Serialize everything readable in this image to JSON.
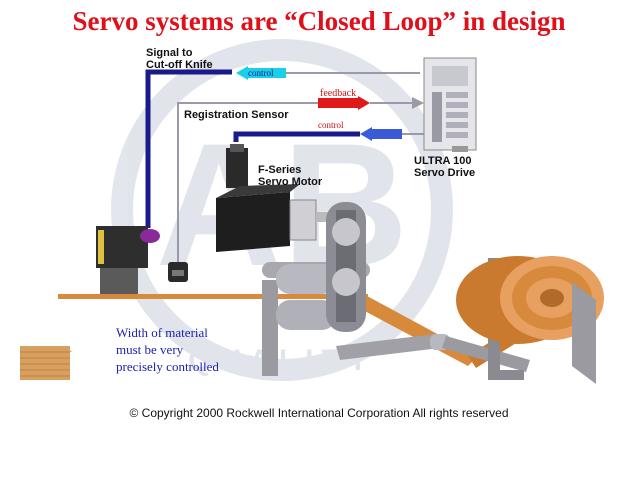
{
  "title": "Servo systems are “Closed Loop” in design",
  "labels": {
    "signal_line1": "Signal to",
    "signal_line2": "Cut-off Knife",
    "registration_sensor": "Registration Sensor",
    "motor_line1": "F-Series",
    "motor_line2": "Servo Motor",
    "drive_line1": "ULTRA 100",
    "drive_line2": "Servo Drive"
  },
  "arrows": {
    "control_top": "control",
    "feedback": "feedback",
    "control_motor": "control"
  },
  "note": {
    "line1": "Width of material",
    "line2": "must be very",
    "line3": "precisely controlled"
  },
  "watermark": {
    "letters": "AB",
    "text": "QUALITY"
  },
  "copyright": "© Copyright 2000 Rockwell International Corporation All rights reserved",
  "colors": {
    "title": "#e0101a",
    "note": "#1a1fb0",
    "control_arrow": "#18d0e8",
    "feedback_arrow": "#e01818",
    "control_motor_arrow": "#3a5ad8",
    "line_blue": "#1a1a8a",
    "material": "#d88a3c"
  }
}
